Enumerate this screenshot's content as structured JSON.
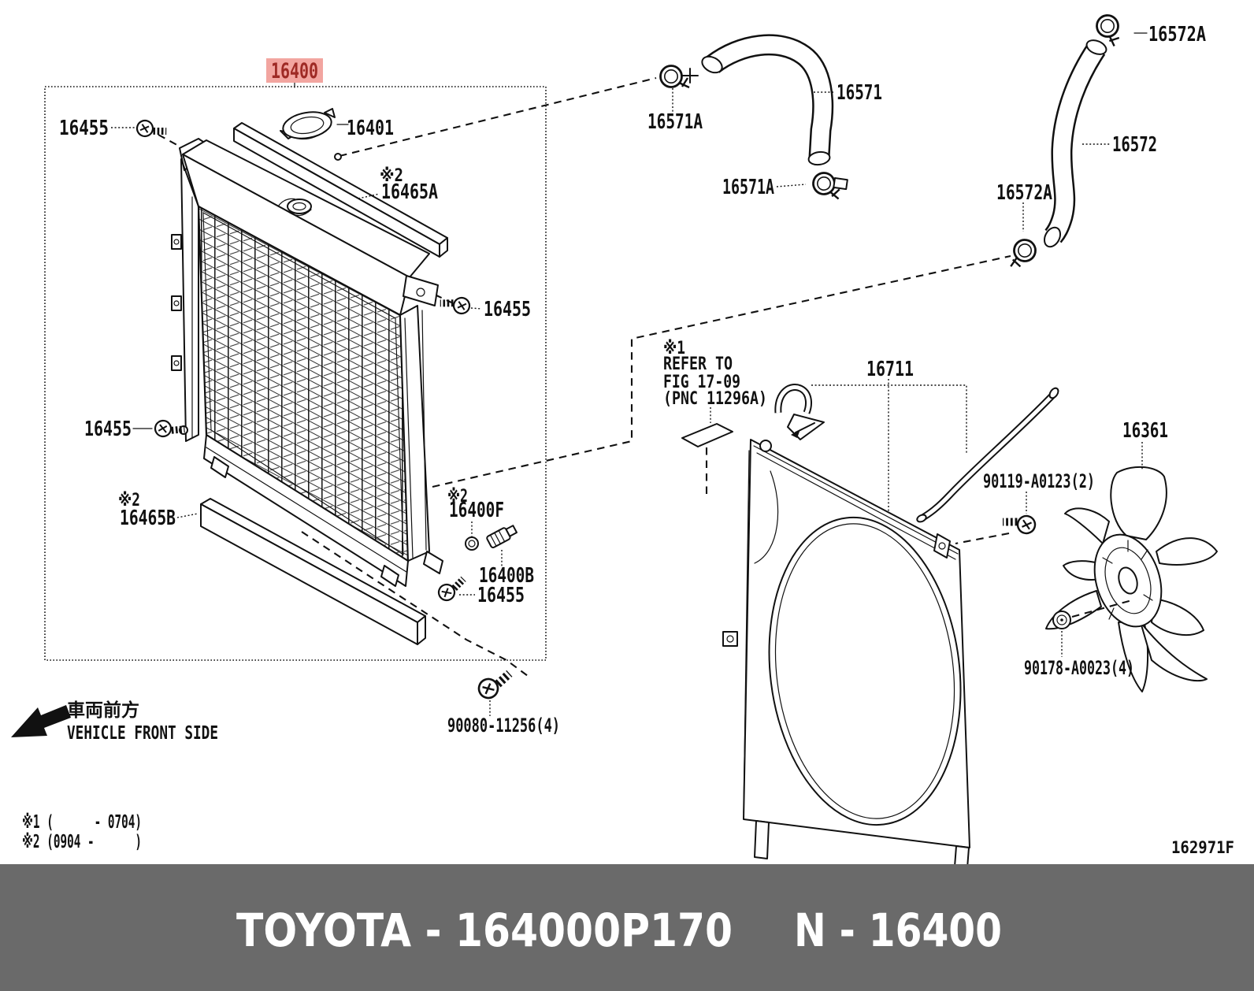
{
  "figure": {
    "code": "162971F",
    "highlight_color": "#F2A5A0",
    "highlight_text_color": "#9E2A25",
    "banner_bg": "#6A6A6A",
    "line_color": "#111111"
  },
  "footer": {
    "catalog": "TOYOTA - 164000P170",
    "part_no": "N - 16400"
  },
  "labels": {
    "main": "16400",
    "cap": "16401",
    "bolt": "16455",
    "seal_ref": "※2",
    "seal_upper": "16465A",
    "seal_lower": "16465B",
    "oring_ref": "※2",
    "oring": "16400F",
    "drain_plug": "16400B",
    "mount_bolt": "90080-11256(4)",
    "hose_upper": "16571",
    "clamp_upper": "16571A",
    "hose_lower": "16572",
    "clamp_lower": "16572A",
    "shroud": "16711",
    "fan": "16361",
    "shroud_bolt": "90119-A0123(2)",
    "fan_nut": "90178-A0023(4)",
    "refer_mark": "※1",
    "refer_line1": "REFER TO",
    "refer_line2": "FIG 17-09",
    "refer_line3": "(PNC 11296A)"
  },
  "notes": {
    "note1": "※1 (      - 0704)",
    "note2": "※2 (0904 -      )",
    "front_jp": "車両前方",
    "front_en": "VEHICLE FRONT SIDE"
  }
}
